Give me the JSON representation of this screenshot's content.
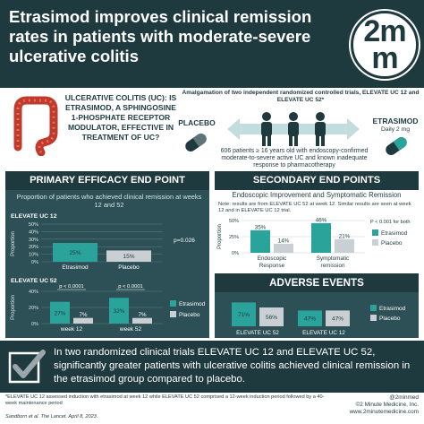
{
  "header": {
    "title": "Etrasimod improves clinical remission rates in patients with moderate-severe ulcerative colitis",
    "logo_line1": "2m",
    "logo_line2": "m"
  },
  "intro": {
    "uc_description": "ULCERATIVE COLITIS (UC): IS ETRASIMOD, A SPHINGOSINE 1-PHOSPHATE RECEPTOR MODULATOR, EFFECTIVE IN TREATMENT OF UC?",
    "amalgamation": "Amalgamation of two independent randomized controlled trials, ELEVATE UC 12 and ELEVATE UC 52*",
    "placebo_label": "PLACEBO",
    "etrasimod_label": "ETRASIMOD",
    "etrasimod_dose": "Daily 2 mg",
    "population": "606 patients ≥ 16 years old with endoscopy-confirmed moderate-to-severe active UC and known inadequate response to pharmacotherapy"
  },
  "primary": {
    "header": "PRIMARY EFFICACY END POINT",
    "subtitle": "Proportion of patients who achieved clinical remission at weeks 12 and 52",
    "trial1_label": "ELEVATE UC 12",
    "trial2_label": "ELEVATE UC 52"
  },
  "secondary": {
    "header": "SECONDARY END POINTS",
    "subtitle": "Endoscopic Improvement and Symptomatic Remission",
    "note": "Note: results are from ELEVATE UC 52 at week 12. Similar results are seen at week 12 and in ELEVATE UC 12 trial."
  },
  "adverse": {
    "header": "ADVERSE EVENTS"
  },
  "conclusion": "In two randomized clinical trials ELEVATE UC 12 and ELEVATE UC 52, significantly greater patients with ulcerative colitis achieved clinical remission in the etrasimod group compared to placebo.",
  "footer": {
    "footnote": "*ELEVATE UC 12 assessed induction with etrasimod at week 12 while ELEVATE UC 52 comprised a 12-week induction period followed by a 40-week maintenance period",
    "citation": "Sandborn et al. The Lancet. April 8, 2023.",
    "handle": "@2minmed",
    "copyright": "©2 Minute Medicine, Inc.",
    "website": "www.2minutemedicine.com"
  },
  "colors": {
    "etrasimod": "#2aa39a",
    "placebo": "#c9cfd3",
    "dark": "#1e3a3f",
    "panel": "#2c5056"
  },
  "chart_data": [
    {
      "type": "bar",
      "title": "ELEVATE UC 12",
      "ylabel": "Proportion",
      "categories": [
        "Etrasimod",
        "Placebo"
      ],
      "values": [
        25,
        15
      ],
      "labels": [
        "25%",
        "15%"
      ],
      "ylim": [
        0,
        50
      ],
      "yticks": [
        "0%",
        "10%",
        "20%",
        "30%",
        "40%",
        "50%"
      ],
      "annotation": "p=0.026",
      "grid": true
    },
    {
      "type": "bar",
      "title": "ELEVATE UC 52",
      "ylabel": "Proportion",
      "categories": [
        "week 12",
        "week 52"
      ],
      "series": [
        {
          "name": "Etrasimod",
          "values": [
            27,
            32
          ],
          "labels": [
            "27%",
            "32%"
          ]
        },
        {
          "name": "Placebo",
          "values": [
            7,
            7
          ],
          "labels": [
            "7%",
            "7%"
          ]
        }
      ],
      "ylim": [
        0,
        40
      ],
      "yticks": [
        "0%",
        "20%",
        "40%"
      ],
      "annotations": [
        "p < 0.0001",
        "p < 0.0001"
      ],
      "legend": "right",
      "grid": true
    },
    {
      "type": "bar",
      "ylabel": "Proportion",
      "categories": [
        "Endoscopic Response",
        "Symptomatic remission"
      ],
      "series": [
        {
          "name": "Etrasimod",
          "values": [
            35,
            46
          ],
          "labels": [
            "35%",
            "46%"
          ]
        },
        {
          "name": "Placebo",
          "values": [
            14,
            21
          ],
          "labels": [
            "14%",
            "21%"
          ]
        }
      ],
      "ylim": [
        0,
        50
      ],
      "yticks": [
        "0%",
        "25%",
        "50%"
      ],
      "annotation": "P < 0.001 for both",
      "legend": "right",
      "grid": true
    },
    {
      "type": "bar",
      "categories": [
        "ELEVATE UC 52",
        "ELEVATE UC 12"
      ],
      "series": [
        {
          "name": "Etrasimod",
          "values": [
            71,
            47
          ],
          "labels": [
            "71%",
            "47%"
          ]
        },
        {
          "name": "Placebo",
          "values": [
            56,
            47
          ],
          "labels": [
            "56%",
            "47%"
          ]
        }
      ],
      "ylim": [
        0,
        80
      ],
      "legend": "right"
    }
  ]
}
